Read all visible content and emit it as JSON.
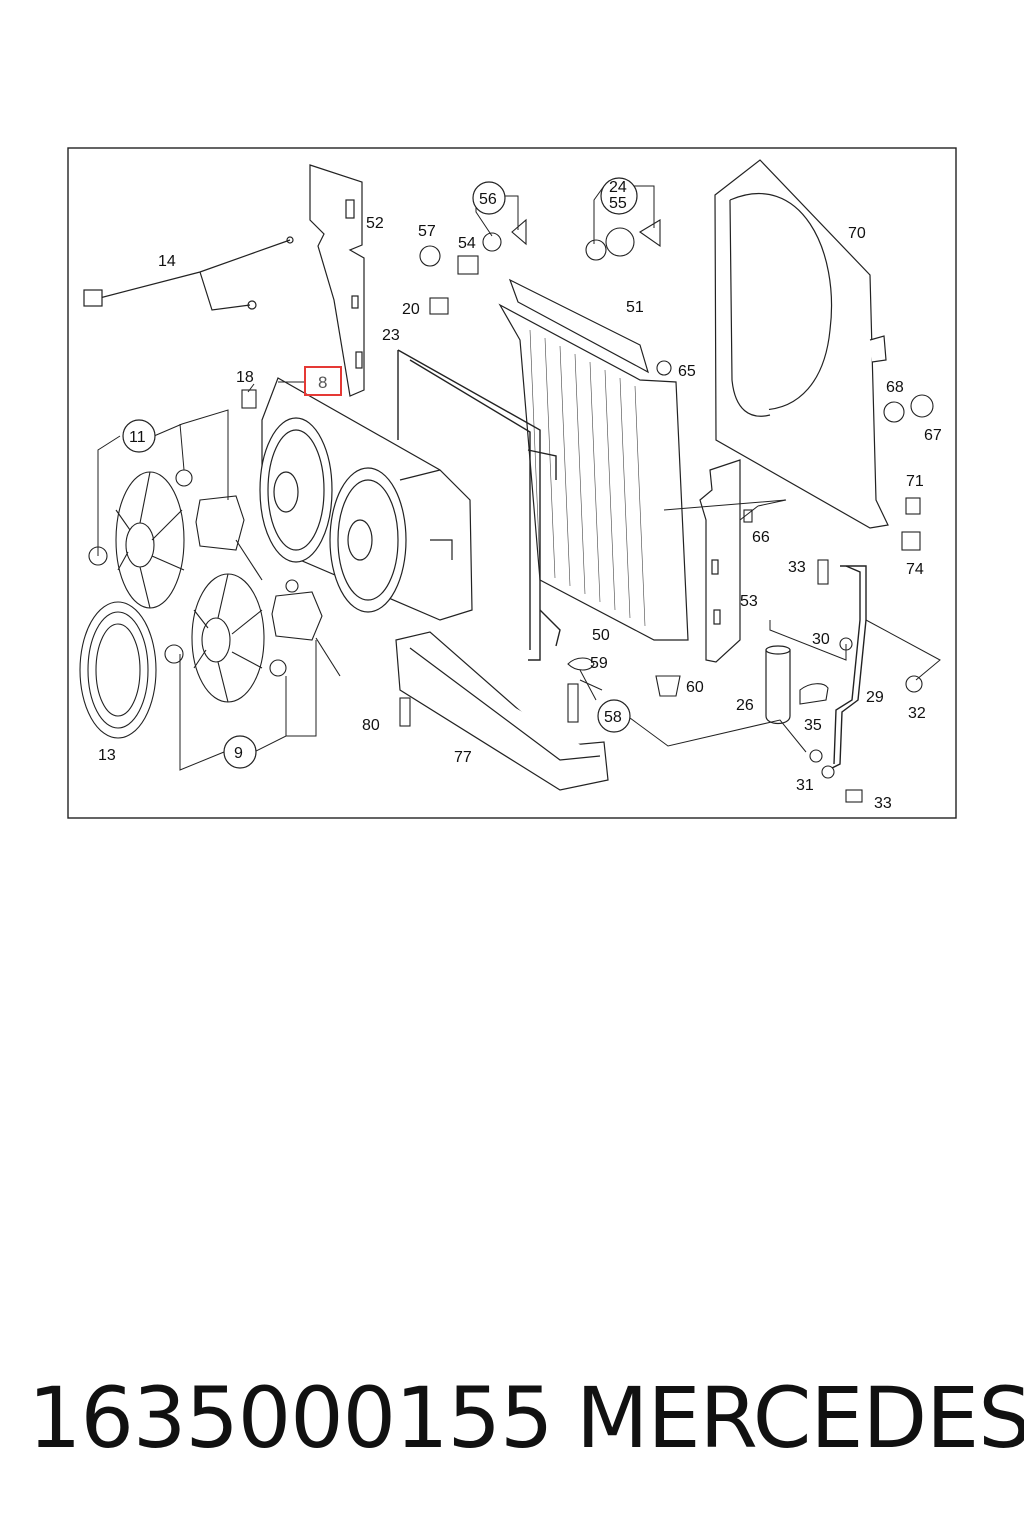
{
  "diagram": {
    "highlighted_part": "8",
    "highlight_color": "#e53935",
    "line_color": "#222222",
    "part_labels": {
      "p8": "8",
      "p9": "9",
      "p11": "11",
      "p13": "13",
      "p14": "14",
      "p18": "18",
      "p20": "20",
      "p23": "23",
      "p24": "24",
      "p26": "26",
      "p29": "29",
      "p30": "30",
      "p31": "31",
      "p32": "32",
      "p33a": "33",
      "p33b": "33",
      "p35": "35",
      "p50": "50",
      "p51": "51",
      "p52": "52",
      "p53": "53",
      "p54": "54",
      "p55": "55",
      "p56": "56",
      "p57": "57",
      "p58": "58",
      "p59": "59",
      "p60": "60",
      "p65": "65",
      "p66": "66",
      "p67": "67",
      "p68": "68",
      "p70": "70",
      "p71": "71",
      "p74": "74",
      "p77": "77",
      "p80": "80"
    }
  },
  "caption": {
    "part_number": "1635000155",
    "brand": "MERCEDES"
  }
}
